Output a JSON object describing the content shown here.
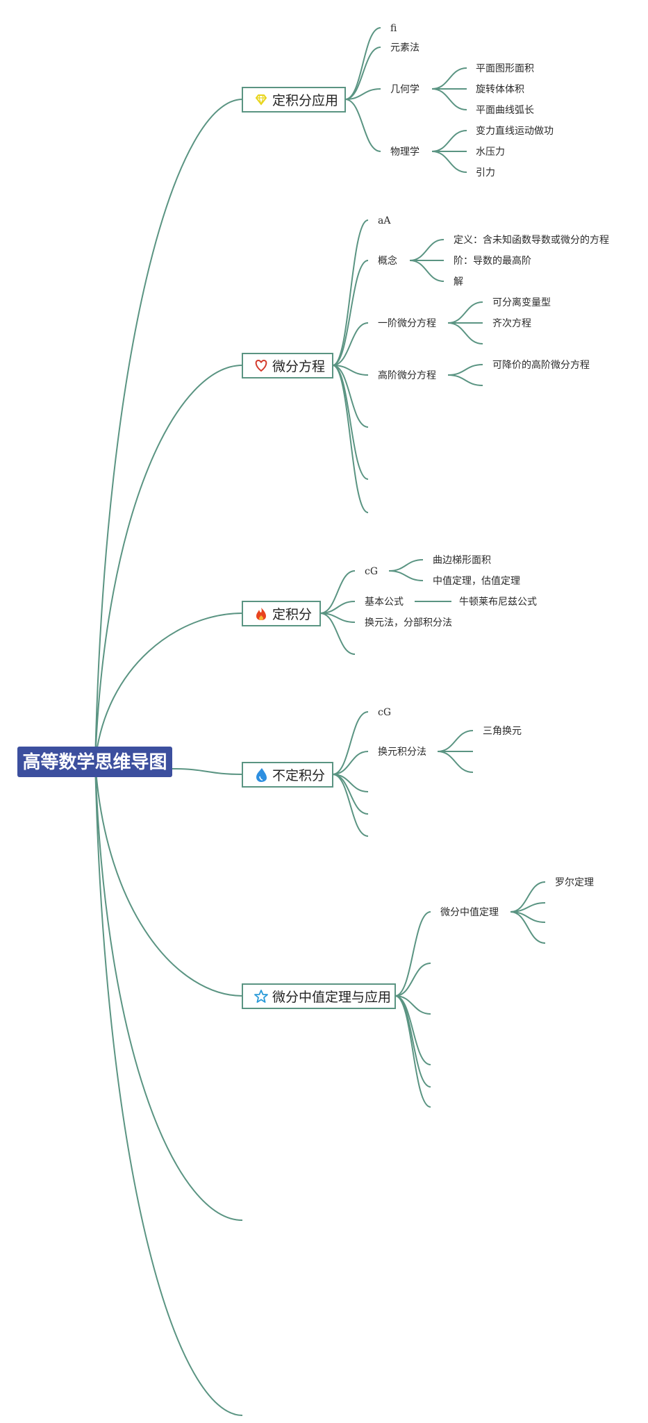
{
  "title": "高等数学思维导图",
  "icon_colors": {
    "diamond": "#e8d51c",
    "heart": "#d33a2c",
    "fire": "#e8431f",
    "drop": "#2e8fe0",
    "star": "#2a9ad8"
  },
  "branches": [
    {
      "label": "定积分应用",
      "icon": "diamond-icon",
      "children": [
        {
          "label": "fi"
        },
        {
          "label": "元素法"
        },
        {
          "label": "几何学",
          "children": [
            "平面图形面积",
            "旋转体体积",
            "平面曲线弧长"
          ]
        },
        {
          "label": "物理学",
          "children": [
            "变力直线运动做功",
            "水压力",
            "引力"
          ]
        }
      ]
    },
    {
      "label": "微分方程",
      "icon": "heart-icon",
      "children": [
        {
          "label": "aA"
        },
        {
          "label": "概念",
          "children": [
            "定义：含未知函数导数或微分的方程",
            "阶：导数的最高阶",
            "解"
          ]
        },
        {
          "label": "一阶微分方程",
          "children": [
            "可分离变量型",
            "齐次方程",
            ""
          ]
        },
        {
          "label": "高阶微分方程",
          "children": [
            "可降价的高阶微分方程",
            ""
          ]
        },
        {
          "label": ""
        },
        {
          "label": ""
        },
        {
          "label": ""
        }
      ]
    },
    {
      "label": "定积分",
      "icon": "fire-icon",
      "children": [
        {
          "label": "cG",
          "children": [
            "曲边梯形面积",
            "中值定理，估值定理"
          ]
        },
        {
          "label": "基本公式",
          "children": [
            "牛顿莱布尼兹公式"
          ]
        },
        {
          "label": "换元法，分部积分法"
        },
        {
          "label": ""
        }
      ]
    },
    {
      "label": "不定积分",
      "icon": "drop-icon",
      "children": [
        {
          "label": "cG"
        },
        {
          "label": "换元积分法",
          "children": [
            "三角换元",
            "",
            ""
          ]
        },
        {
          "label": ""
        },
        {
          "label": ""
        },
        {
          "label": ""
        }
      ]
    },
    {
      "label": "微分中值定理与应用",
      "icon": "star-icon",
      "children": [
        {
          "label": "微分中值定理",
          "children": [
            "罗尔定理",
            "",
            "",
            ""
          ]
        },
        {
          "label": ""
        },
        {
          "label": ""
        },
        {
          "label": ""
        },
        {
          "label": ""
        },
        {
          "label": ""
        }
      ]
    },
    {
      "label": ""
    },
    {
      "label": ""
    }
  ]
}
